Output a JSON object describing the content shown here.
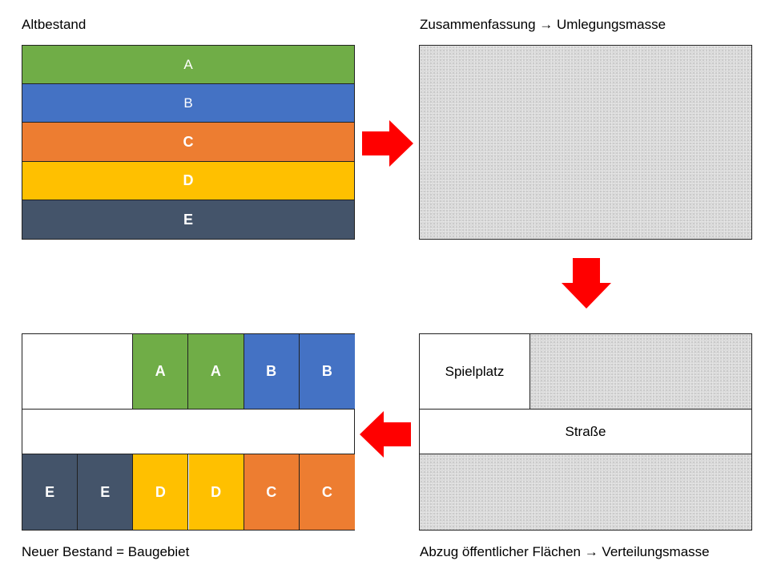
{
  "labels": {
    "top_left": "Altbestand",
    "top_right": "Zusammenfassung → Umlegungsmasse",
    "bottom_left": "Neuer Bestand = Baugebiet",
    "bottom_right": "Abzug öffentlicher Flächen → Verteilungsmasse"
  },
  "altbestand": [
    {
      "label": "A",
      "color": "#70ad47"
    },
    {
      "label": "B",
      "color": "#4472c4"
    },
    {
      "label": "C",
      "color": "#ed7d31"
    },
    {
      "label": "D",
      "color": "#ffc000"
    },
    {
      "label": "E",
      "color": "#44546a"
    }
  ],
  "verteilung": {
    "spielplatz": "Spielplatz",
    "strasse": "Straße"
  },
  "neuer_bestand": {
    "top_row": [
      {
        "label": "A",
        "color": "#70ad47"
      },
      {
        "label": "A",
        "color": "#70ad47"
      },
      {
        "label": "B",
        "color": "#4472c4"
      },
      {
        "label": "B",
        "color": "#4472c4"
      }
    ],
    "bottom_row": [
      {
        "label": "E",
        "color": "#44546a"
      },
      {
        "label": "E",
        "color": "#44546a"
      },
      {
        "label": "D",
        "color": "#ffc000"
      },
      {
        "label": "D",
        "color": "#ffc000"
      },
      {
        "label": "C",
        "color": "#ed7d31"
      },
      {
        "label": "C",
        "color": "#ed7d31"
      }
    ]
  },
  "colors": {
    "arrow": "#ff0000",
    "gray_area": "#d9d9d9",
    "border": "#222222"
  }
}
